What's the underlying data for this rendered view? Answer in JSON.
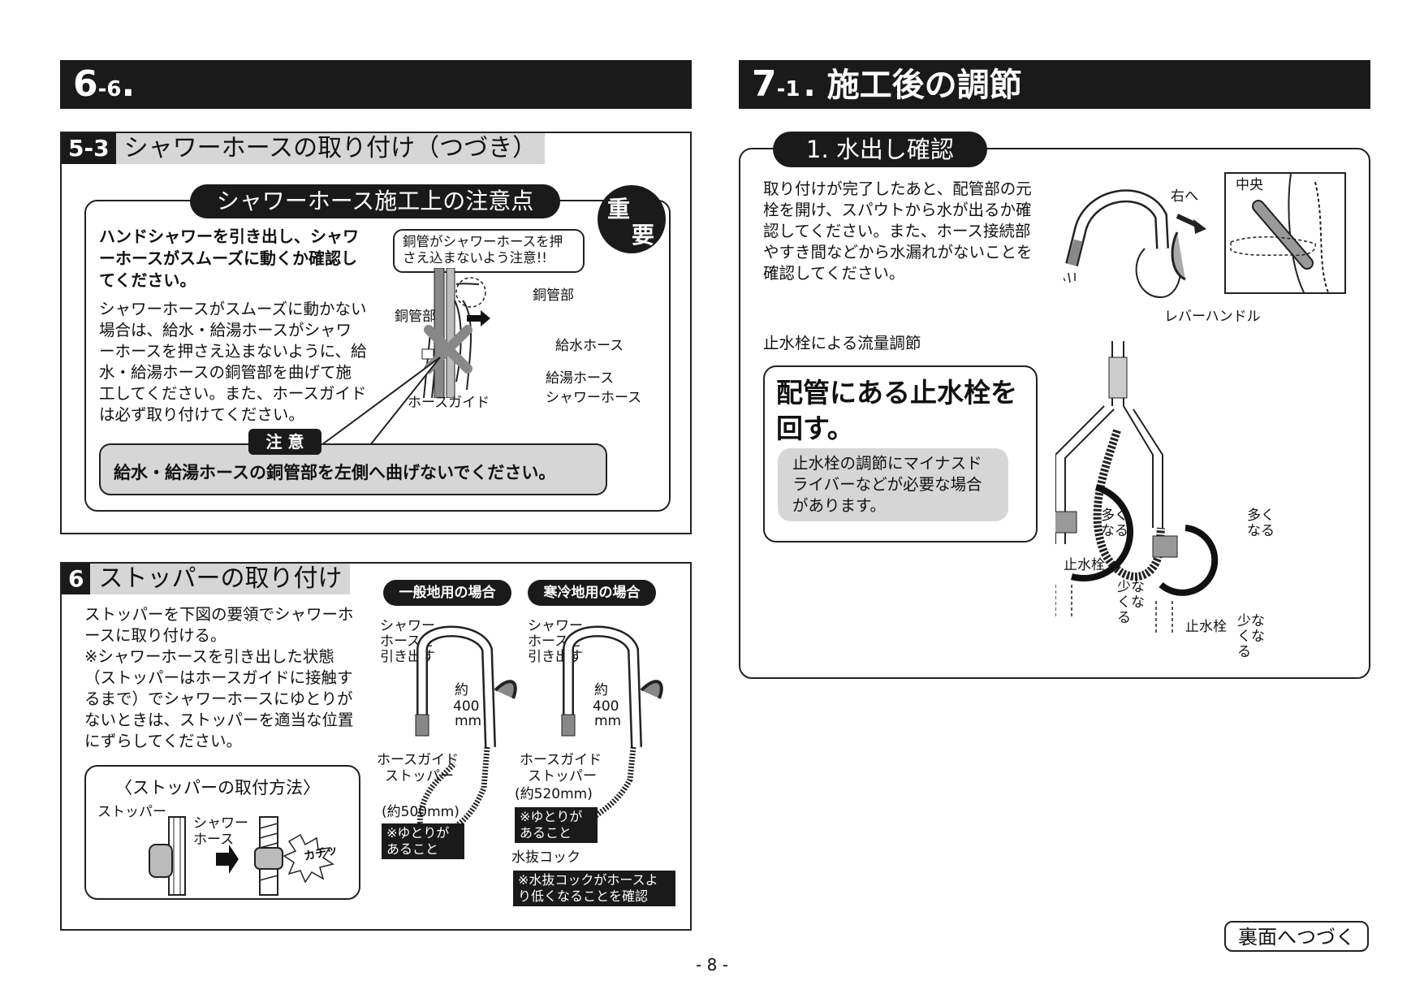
{
  "left_header": {
    "num": "6",
    "sub": "-6",
    "dot": "."
  },
  "right_header": {
    "num": "7",
    "sub": "-1",
    "title": ". 施工後の調節"
  },
  "sec53": {
    "num": "5-3",
    "title": "シャワーホースの取り付け（つづき）",
    "important_title": "シャワーホース施工上の注意点",
    "badge": [
      "重",
      "要"
    ],
    "bold_text": "ハンドシャワーを引き出し、シャワーホースがスムーズに動くか確認してください。",
    "body_text": "シャワーホースがスムーズに動かない場合は、給水・給湯ホースがシャワーホースを押さえ込まないように、給水・給湯ホースの銅管部を曲げて施工してください。また、ホースガイドは必ず取り付けてください。",
    "callout": "銅管がシャワーホースを押さえ込まないよう注意!!",
    "labels": {
      "copper_right": "銅管部",
      "copper_left": "銅管部",
      "supply": "給水ホース",
      "hot": "給湯ホース",
      "shower": "シャワーホース",
      "guide": "ホースガイド"
    },
    "caution_label": "注 意",
    "caution_text": "給水・給湯ホースの銅管部を左側へ曲げないでください。"
  },
  "sec6": {
    "num": "6",
    "title": "ストッパーの取り付け",
    "body1": "ストッパーを下図の要領でシャワーホースに取り付ける。",
    "note": "※シャワーホースを引き出した状態（ストッパーはホースガイドに接触するまで）でシャワーホースにゆとりがないときは、ストッパーを適当な位置にずらしてください。",
    "method_title": "〈ストッパーの取付方法〉",
    "method_labels": {
      "stopper": "ストッパー",
      "hose": "シャワーホース",
      "sound": "カチッ"
    },
    "general": {
      "pill": "一般地用の場合",
      "pull": "シャワーホースを引き出す",
      "approx": "約",
      "len": "400",
      "unit": "mm",
      "guide": "ホースガイド",
      "stopper": "ストッパー",
      "size": "(約500mm)",
      "slack": "※ゆとりがあること"
    },
    "cold": {
      "pill": "寒冷地用の場合",
      "pull": "シャワーホースを引き出す",
      "approx": "約",
      "len": "400",
      "unit": "mm",
      "guide": "ホースガイド",
      "stopper": "ストッパー",
      "size": "(約520mm)",
      "slack": "※ゆとりがあること",
      "drain": "水抜コック",
      "drain_note": "※水抜コックがホースより低くなることを確認"
    }
  },
  "sec71": {
    "title": "1. 水出し確認",
    "body": "取り付けが完了したあと、配管部の元栓を開け、スパウトから水が出るか確認してください。また、ホース接続部やすき間などから水漏れがないことを確認してください。",
    "faucet_labels": {
      "right": "右へ",
      "center": "中央",
      "lever": "レバーハンドル"
    },
    "flow_title": "止水栓による流量調節",
    "big_text": "配管にある止水栓を回す。",
    "gray_text": "止水栓の調節にマイナスドライバーなどが必要な場合があります。",
    "valve_labels": {
      "more1": "多くなる",
      "more2": "多くなる",
      "less1": "少なくなる",
      "less2": "少なくなる",
      "valve1": "止水栓",
      "valve2": "止水栓"
    }
  },
  "footer": {
    "continue": "裏面へつづく",
    "page": "- 8 -"
  }
}
